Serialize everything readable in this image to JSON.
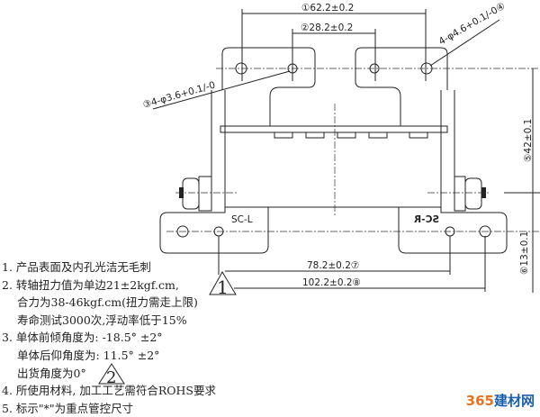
{
  "dimensions": {
    "d1": "①62.2±0.2",
    "d2": "②28.2±0.2",
    "d3": "③4-φ3.6+0.1/-0",
    "d4": "4-φ4.6+0.1/-0④",
    "d5": "⑤42±0.1",
    "d6": "⑥13±0.1",
    "d7": "78.2±0.2⑦",
    "d8": "102.2±0.2⑧"
  },
  "part_labels": {
    "left": "SC-L",
    "right": "SC-R"
  },
  "markers": {
    "m1": "1",
    "m2": "2"
  },
  "notes": [
    "1. 产品表面及内孔光洁无毛刺",
    "2. 转轴扭力值为单边21±2kgf.cm,",
    "合力为38-46kgf.cm(扭力需走上限)",
    "寿命测试3000次,浮动率低于15%",
    "3. 单体前倾角度为: -18.5° ±2°",
    "单体后仰角度为: 11.5° ±2°",
    "出货角度为0°",
    "4. 所使用材料, 加工工艺需符合ROHS要求",
    "5. 标示\"*\"为重点管控尺寸"
  ],
  "watermark": {
    "number": "365",
    "text": "建材网"
  }
}
